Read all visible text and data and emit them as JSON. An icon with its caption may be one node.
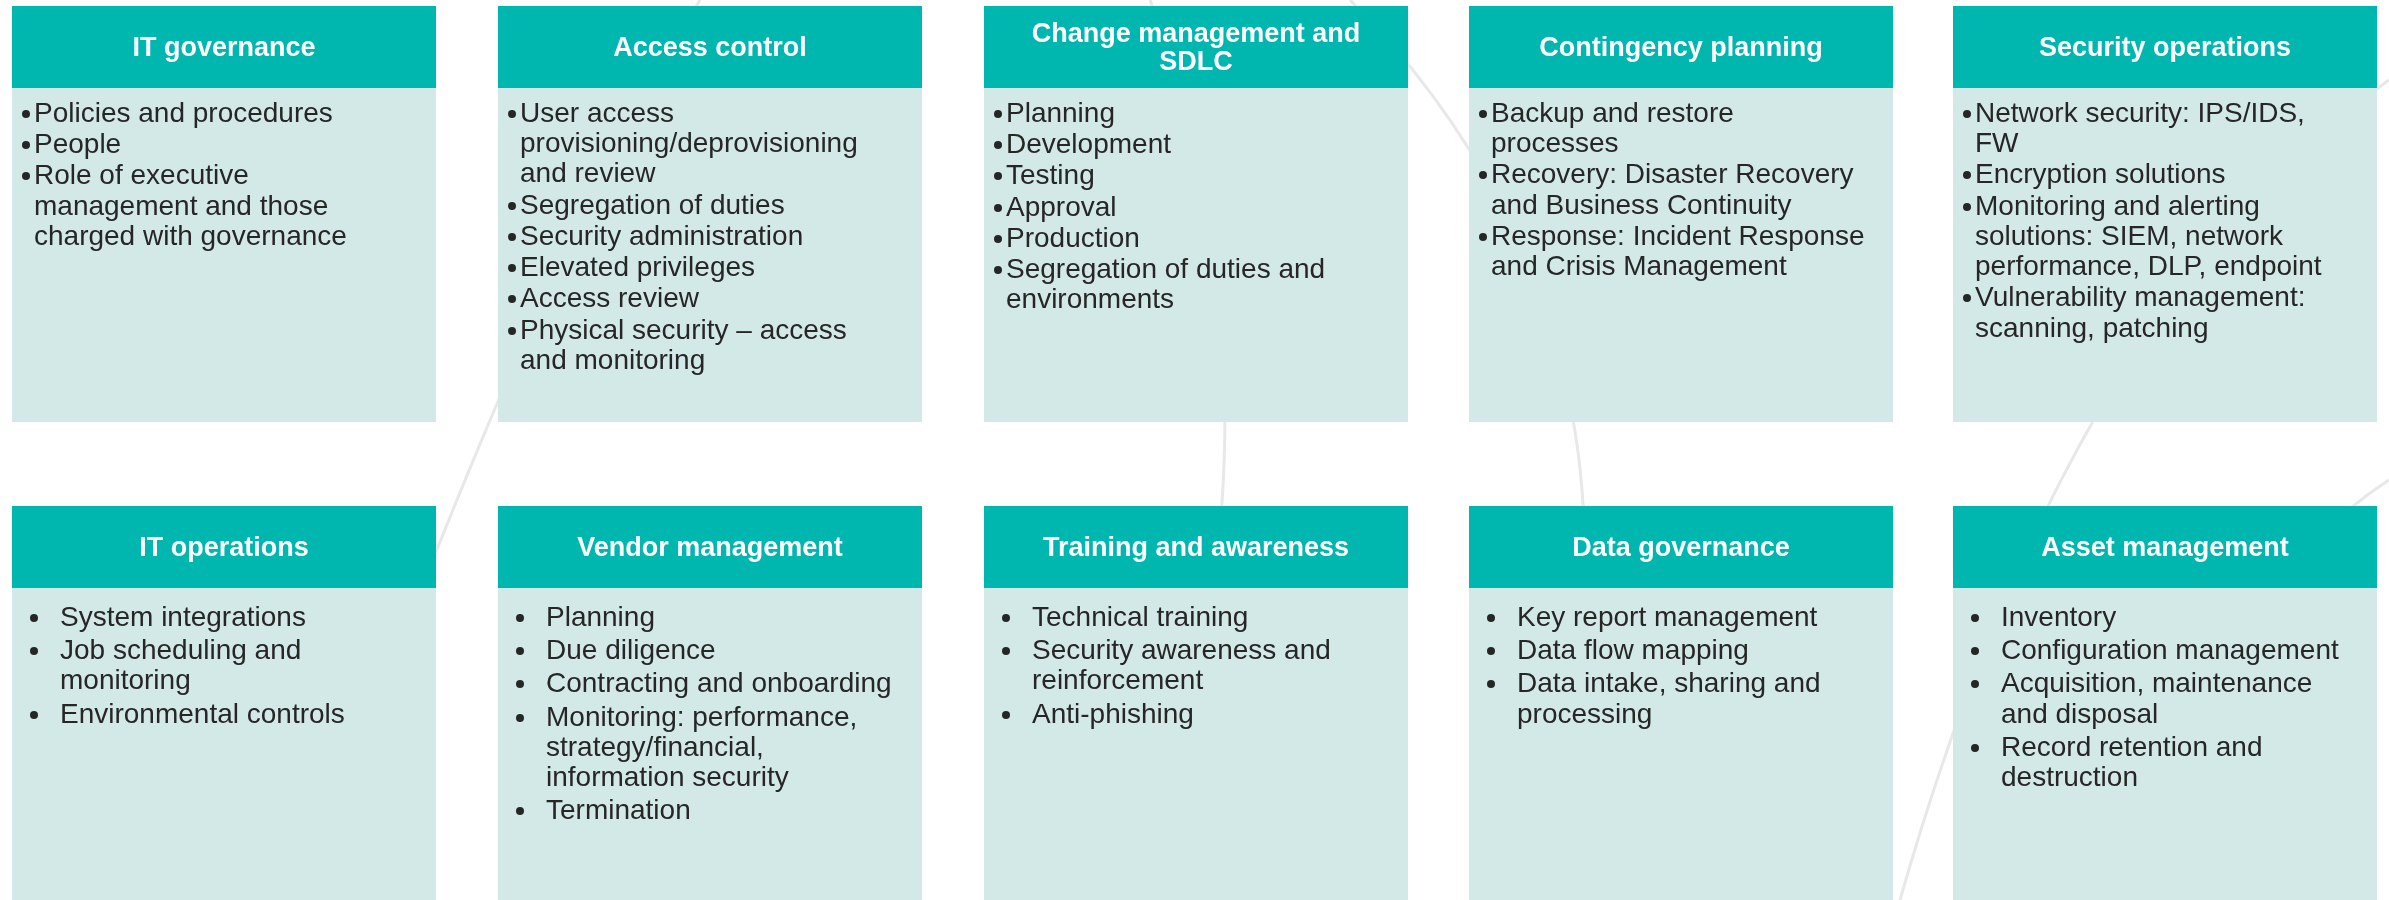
{
  "diagram": {
    "nodes": [
      {
        "text": [
          "IT governance",
          "Policies and procedures",
          "People",
          "Role of executive management and those charged with governance"
        ]
      },
      {
        "text": [
          "Access control",
          "User access provisioning/deprovisioning and review",
          "Segregation of duties",
          "Security administration",
          "Elevated privileges",
          "Access review",
          "Physical security – access and monitoring"
        ]
      },
      {
        "text": [
          "Change management and SDLC",
          "Planning",
          "Development",
          "Testing",
          "Approval",
          "Production",
          "Segregation of duties and environments"
        ]
      },
      {
        "text": [
          "Contingency planning",
          "Backup and restore processes",
          "Recovery: Disaster Recovery and Business Continuity",
          "Response: Incident Response and Crisis Management"
        ]
      },
      {
        "text": [
          "Security operations",
          "Network security: IPS/IDS, FW",
          "Encryption solutions",
          "Monitoring and alerting solutions: SIEM, network performance, DLP, endpoint",
          "Vulnerability management: scanning, patching"
        ]
      },
      {
        "text": [
          "IT operations",
          "System integrations",
          "Job scheduling and monitoring",
          "Environmental controls"
        ]
      },
      {
        "text": [
          "Vendor management",
          "Planning",
          "Due diligence",
          "Contracting and onboarding",
          "Monitoring: performance, strategy/financial, information security",
          "Termination"
        ]
      },
      {
        "text": [
          "Training and awareness",
          "Technical training",
          "Security awareness and reinforcement",
          "Anti-phishing"
        ]
      },
      {
        "text": [
          "Data governance",
          "Key report management",
          "Data flow mapping",
          "Data intake, sharing and processing"
        ]
      },
      {
        "text": [
          "Asset management",
          "Inventory",
          "Configuration management",
          "Acquisition, maintenance and disposal",
          "Record retention and destruction"
        ]
      }
    ]
  }
}
